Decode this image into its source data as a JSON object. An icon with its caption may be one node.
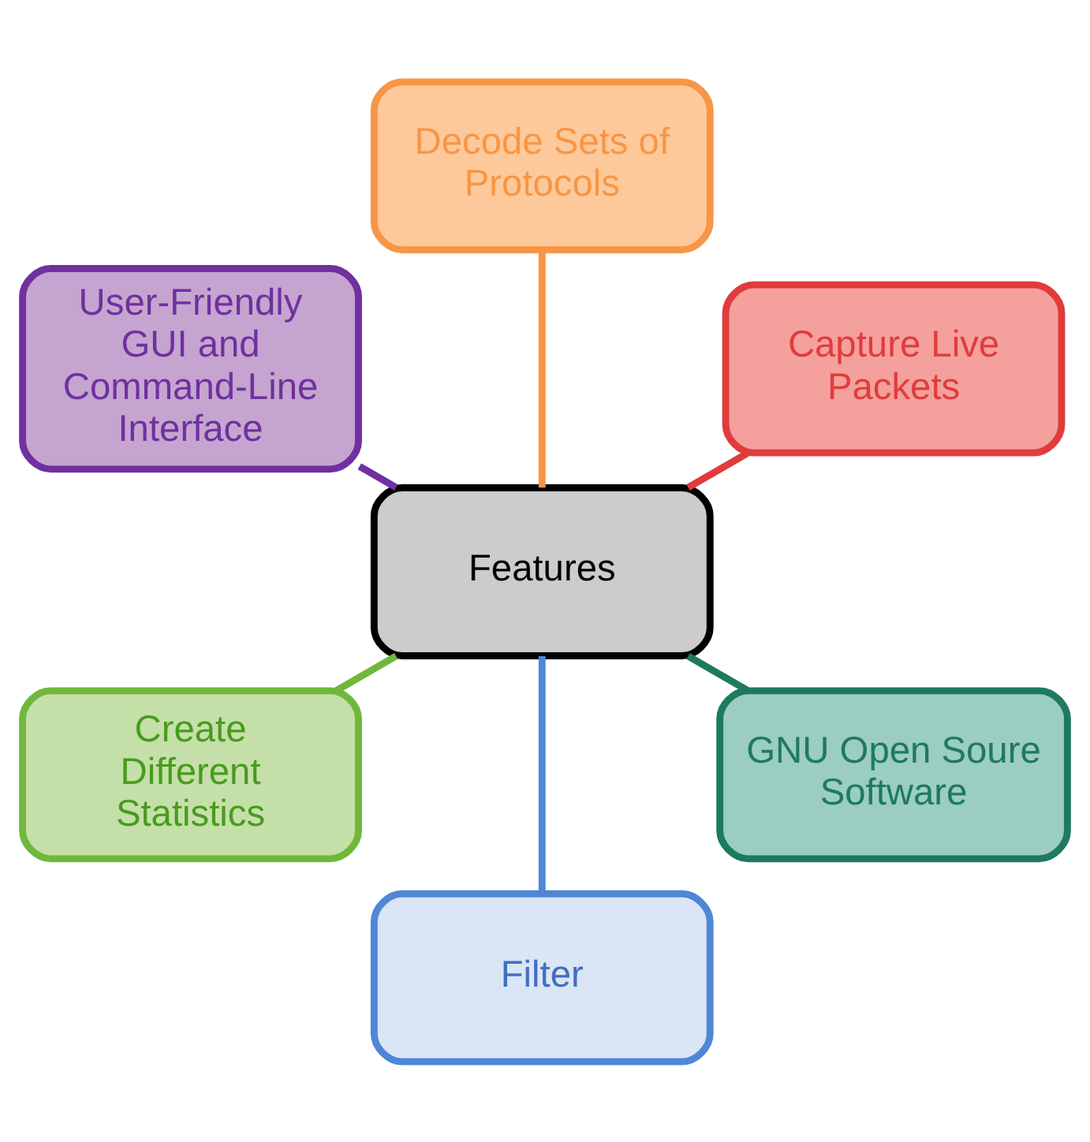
{
  "diagram": {
    "nodes": [
      {
        "text": [
          "Features"
        ]
      },
      {
        "text": [
          "Capture Live Packets"
        ]
      },
      {
        "text": [
          "Decode Sets of Protocols"
        ]
      },
      {
        "text": [
          "User-Friendly GUI and Command-Line Interface"
        ]
      },
      {
        "text": [
          "Create Different Statistics"
        ]
      },
      {
        "text": [
          "Filter"
        ]
      },
      {
        "text": [
          "GNU Open Soure Software"
        ]
      }
    ],
    "edges": [
      {
        "from": 0,
        "to": 1,
        "arrow": "none",
        "color": "#e03c3c"
      },
      {
        "from": 0,
        "to": 3,
        "arrow": "none",
        "color": "#7030a0"
      },
      {
        "from": 0,
        "to": 5,
        "arrow": "none",
        "color": "#4f86d6"
      },
      {
        "from": 0,
        "to": 6,
        "arrow": "none",
        "color": "#1e7a5e"
      },
      {
        "from": 0,
        "to": 4,
        "arrow": "none",
        "color": "#70b83c"
      },
      {
        "from": 0,
        "to": 2,
        "arrow": "none",
        "color": "#f79646"
      }
    ]
  }
}
